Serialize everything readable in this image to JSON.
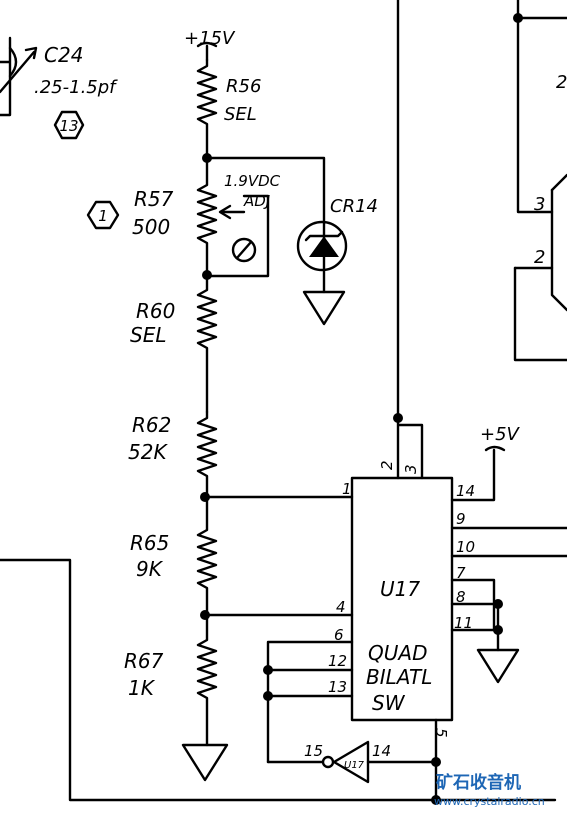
{
  "supplies": {
    "v15": "+15V",
    "v5": "+5V"
  },
  "c24": {
    "ref": "C24",
    "value": ".25-1.5pf",
    "callout": "13"
  },
  "r56": {
    "ref": "R56",
    "value": "SEL"
  },
  "r57": {
    "ref": "R57",
    "value": "500",
    "note1": "1.9VDC",
    "note2": "ADJ",
    "callout": "1"
  },
  "cr14": {
    "ref": "CR14"
  },
  "r60": {
    "ref": "R60",
    "value": "SEL"
  },
  "r62": {
    "ref": "R62",
    "value": "52K"
  },
  "r65": {
    "ref": "R65",
    "value": "9K"
  },
  "r67": {
    "ref": "R67",
    "value": "1K"
  },
  "u17": {
    "ref": "U17",
    "desc1": "QUAD",
    "desc2": "BILATL",
    "desc3": "SW",
    "pins": {
      "p1": "1",
      "p2": "2",
      "p3": "3",
      "p4": "4",
      "p5": "5",
      "p6": "6",
      "p7": "7",
      "p8": "8",
      "p9": "9",
      "p10": "10",
      "p11": "11",
      "p12": "12",
      "p13": "13",
      "p14": "14"
    }
  },
  "inverter": {
    "ref": "U17",
    "pin_in": "14",
    "pin_out": "15"
  },
  "opamp": {
    "pin3": "3",
    "pin2": "2",
    "partial1": "2"
  },
  "watermark": {
    "cn": "矿石收音机",
    "url": "www.crystalradio.cn"
  }
}
